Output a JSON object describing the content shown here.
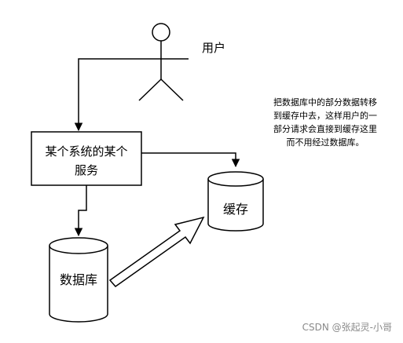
{
  "actor": {
    "label": "用户"
  },
  "service": {
    "line1": "某个系统的某个",
    "line2": "服务"
  },
  "cache": {
    "label": "缓存"
  },
  "database": {
    "label": "数据库"
  },
  "note": {
    "lines": [
      "把数据库中的部分数据转移",
      "到缓存中去，这样用户的一",
      "部分请求会直接到缓存这里",
      "而不用经过数据库。"
    ]
  },
  "watermark": "CSDN @张起灵-小哥",
  "colors": {
    "stroke": "#000000",
    "background": "#ffffff",
    "watermark": "#8a8a8a"
  }
}
